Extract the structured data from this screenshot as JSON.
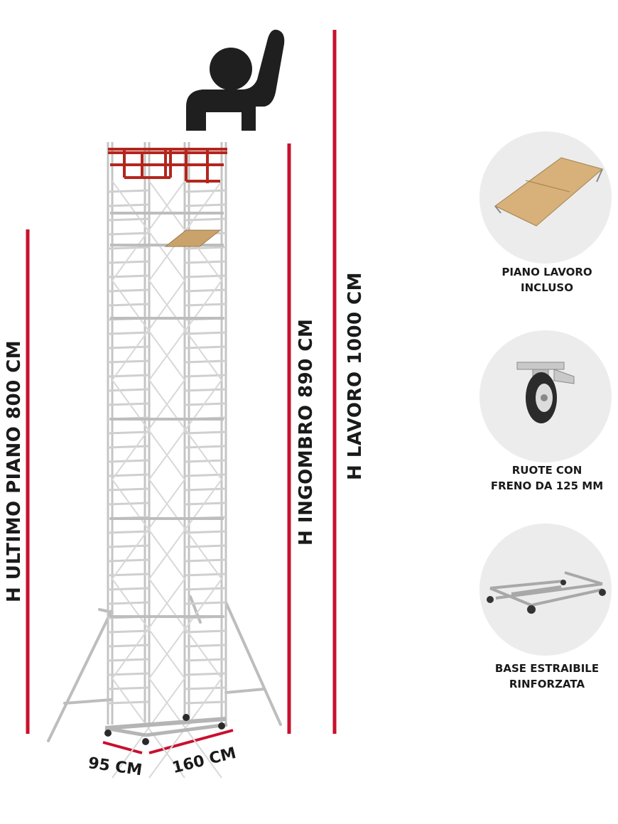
{
  "dimensions": {
    "last_floor_height": "H  ULTIMO PIANO  800 CM",
    "overall_height": "H  INGOMBRO  890 CM",
    "working_height": "H  LAVORO  1000 CM",
    "depth": "95 CM",
    "length": "160 CM"
  },
  "features": [
    {
      "line1": "PIANO LAVORO",
      "line2": "INCLUSO",
      "icon": "plank-icon"
    },
    {
      "line1": "RUOTE CON",
      "line2": "FRENO DA 125 MM",
      "icon": "wheel-icon"
    },
    {
      "line1": "BASE ESTRAIBILE",
      "line2": "RINFORZATA",
      "icon": "base-frame-icon"
    }
  ],
  "colors": {
    "dimension_line": "#c8102e",
    "frame": "#c7c7c7",
    "guardrail": "#b3261e",
    "plank": "#c9a36b",
    "badge": "#ececec",
    "person": "#1f1f1f"
  }
}
